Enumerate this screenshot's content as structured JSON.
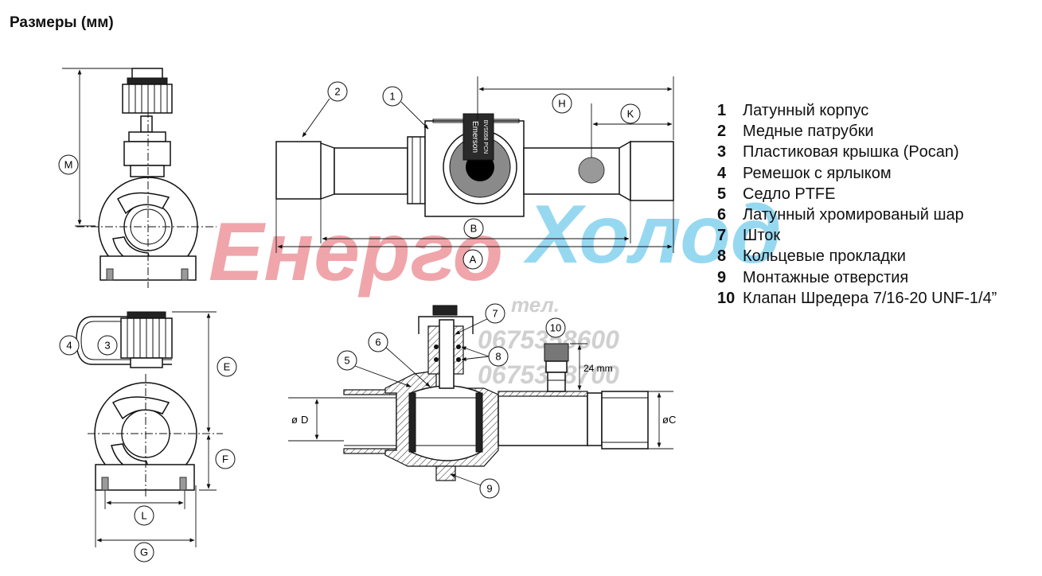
{
  "title": "Размеры (мм)",
  "legend": [
    {
      "num": "1",
      "text": "Латунный корпус"
    },
    {
      "num": "2",
      "text": "Медные патрубки"
    },
    {
      "num": "3",
      "text": "Пластиковая крышка (Pocan)"
    },
    {
      "num": "4",
      "text": "Ремешок с ярлыком"
    },
    {
      "num": "5",
      "text": "Седло PTFE"
    },
    {
      "num": "6",
      "text": "Латунный хромированый шар"
    },
    {
      "num": "7",
      "text": "Шток"
    },
    {
      "num": "8",
      "text": "Кольцевые прокладки"
    },
    {
      "num": "9",
      "text": "Монтажные отверстия"
    },
    {
      "num": "10",
      "text": "Клапан Шредера 7/16-20 UNF-1/4”"
    }
  ],
  "dimensions": {
    "A": "A",
    "B": "B",
    "C": "C",
    "D": "D",
    "E": "E",
    "F": "F",
    "G": "G",
    "H": "H",
    "K": "K",
    "L": "L",
    "M": "M",
    "diameter_symbol": "ø",
    "schrader_height": "24 mm"
  },
  "label_plate": {
    "line1": "Emerson",
    "line2": "BVS058 PCN"
  },
  "watermark": {
    "brand_part1": "Енерго",
    "brand_part2": "Холод",
    "phone_label": "тел.",
    "phone1": "0675358600",
    "phone2": "0675358700"
  },
  "colors": {
    "brand_red": "#e8737a",
    "brand_blue": "#5cc3ea",
    "watermark_gray": "#c8c8c8",
    "line": "#111111"
  }
}
